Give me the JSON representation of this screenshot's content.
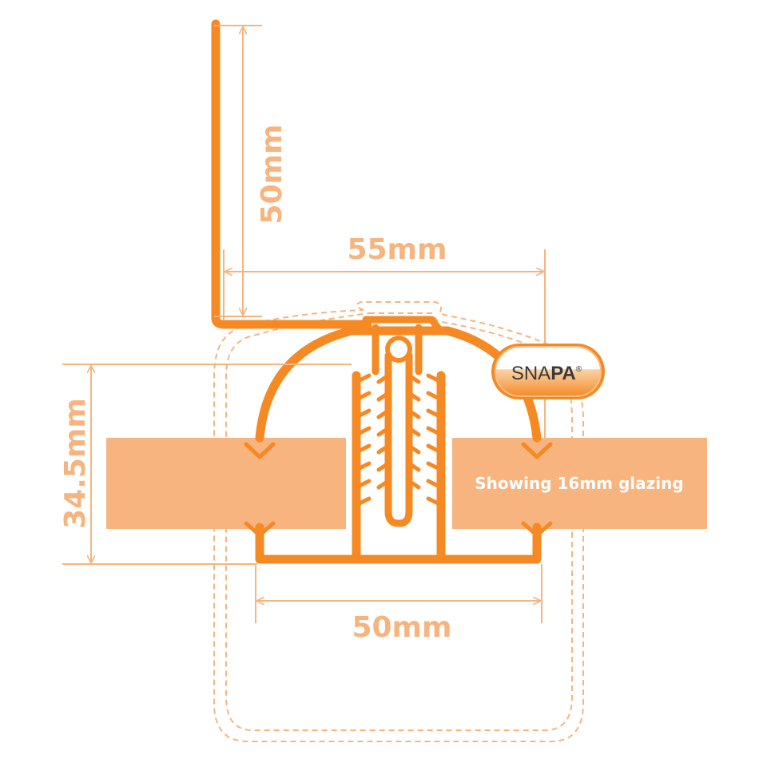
{
  "dimensions": {
    "upstand_height": "50mm",
    "cap_width": "55mm",
    "overall_height": "34.5mm",
    "base_width": "50mm"
  },
  "glazing_note": "Showing 16mm glazing",
  "logo": {
    "text_plain": "SNA",
    "text_bold": "PA",
    "registered_mark": "®"
  },
  "colors": {
    "profile": "#f58a24",
    "glazing_panel": "#f7b47f",
    "dimension_line": "#f7b47f",
    "dashed_outline": "#f7b47f",
    "logo_badge": "#f58a24"
  }
}
